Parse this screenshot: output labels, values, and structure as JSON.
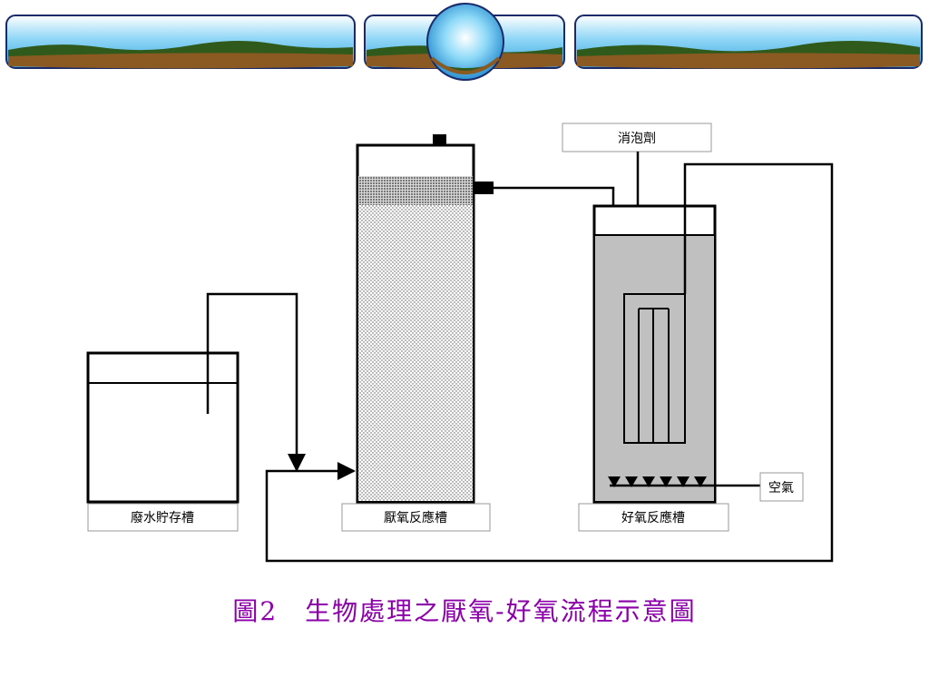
{
  "labels": {
    "storage_tank": "廢水貯存槽",
    "anaerobic_reactor": "厭氧反應槽",
    "aerobic_reactor": "好氧反應槽",
    "defoamer": "消泡劑",
    "air": "空氣"
  },
  "caption": "圖2　生物處理之厭氧-好氧流程示意圖",
  "colors": {
    "caption": "#8B00A8",
    "tank_fill": "#c0c0c0",
    "sky": "#5fc3f0",
    "ground": "#8a5a22",
    "hill": "#2f5a1c"
  }
}
